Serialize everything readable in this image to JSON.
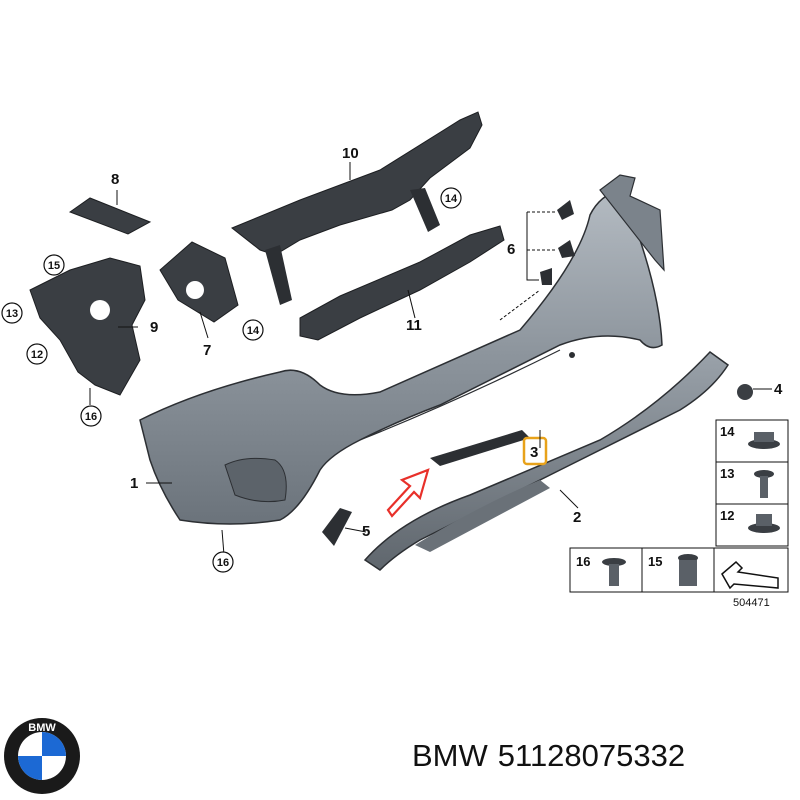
{
  "callouts": {
    "c1": "1",
    "c2": "2",
    "c3": "3",
    "c4": "4",
    "c5": "5",
    "c6": "6",
    "c7": "7",
    "c8": "8",
    "c9": "9",
    "c10": "10",
    "c11": "11",
    "c12": "12",
    "c13": "13",
    "c14a": "14",
    "c14b": "14",
    "c15": "15",
    "c16a": "16",
    "c16b": "16"
  },
  "legend": {
    "n14": "14",
    "n13": "13",
    "n12": "12",
    "n16": "16",
    "n15": "15",
    "ref_number": "504471"
  },
  "brand_logo": {
    "letters": "BMW",
    "colors": {
      "ring": "#1a1a1a",
      "blue": "#1c69d4",
      "white": "#ffffff"
    }
  },
  "caption": {
    "brand": "BMW",
    "part_number": "51128075332"
  },
  "colors": {
    "highlight_box": "#e8a21a",
    "arrow": "#e8302a",
    "part_body": "#8c949c",
    "part_dark": "#2c2f33"
  }
}
